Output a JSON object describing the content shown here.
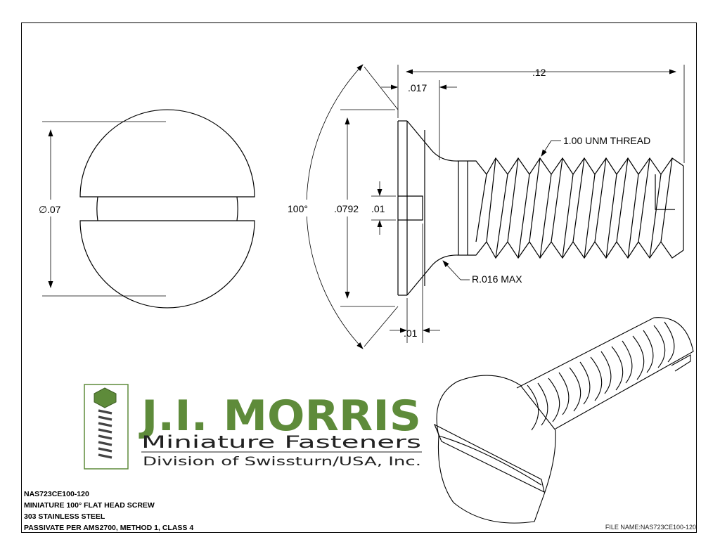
{
  "dimensions": {
    "overall_length": ".12",
    "head_edge": ".017",
    "thread": "1.00 UNM THREAD",
    "diameter_symbol": "∅",
    "diameter": ".07",
    "head_angle": "100°",
    "head_dia": ".0792",
    "slot_width": ".01",
    "fillet": "R.016 MAX",
    "slot_depth": ".01"
  },
  "logo": {
    "name": "J.I. MORRIS",
    "line1": "Miniature Fasteners",
    "line2": "Division of Swissturn/USA, Inc."
  },
  "title_block": {
    "lines": [
      "NAS723CE100-120",
      "MINIATURE 100° FLAT HEAD SCREW",
      "303 STAINLESS STEEL",
      "PASSIVATE PER AMS2700, METHOD 1, CLASS 4"
    ],
    "file_name": "FILE NAME:NAS723CE100-120"
  },
  "colors": {
    "logo_green": "#5e8b3a",
    "logo_dark": "#222222"
  }
}
